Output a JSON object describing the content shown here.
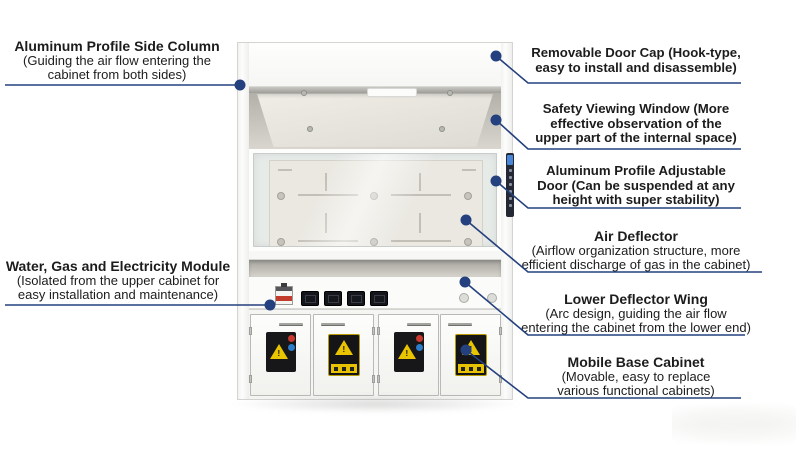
{
  "callouts": {
    "left": [
      {
        "title": "Aluminum Profile Side Column",
        "desc": [
          "(Guiding the air flow entering the",
          "cabinet from both sides)"
        ]
      },
      {
        "title": "Water, Gas and Electricity Module",
        "desc": [
          "(Isolated from the upper cabinet for",
          "easy installation and maintenance)"
        ]
      }
    ],
    "right": [
      {
        "lines": [
          "Removable Door Cap (Hook-type,",
          "easy to install and disassemble)"
        ]
      },
      {
        "lines": [
          "Safety Viewing Window (More",
          "effective observation of the",
          "upper part of the internal space)"
        ]
      },
      {
        "lines": [
          "Aluminum Profile Adjustable",
          "Door (Can be suspended at any",
          "height with super stability)"
        ]
      },
      {
        "title": "Air Deflector",
        "desc": [
          "(Airflow organization structure, more",
          "efficient discharge of gas in the cabinet)"
        ]
      },
      {
        "title": "Lower Deflector Wing",
        "desc": [
          "(Arc design, guiding the air flow",
          "entering the cabinet from the lower end)"
        ]
      },
      {
        "title": "Mobile Base Cabinet",
        "desc": [
          "(Movable, easy to replace",
          "various functional cabinets)"
        ]
      }
    ]
  },
  "colors": {
    "callout_line": "#24407E",
    "text": "#1C1C1C",
    "cabinet_white": "#FBFBFA",
    "recess_gray": "#AEACA5",
    "warning_yellow": "#E9C400",
    "label_black": "#17171A",
    "screen_blue": "#4A86D8",
    "sticker_red": "#C93A2E",
    "sticker_blue": "#2B7CC9"
  }
}
